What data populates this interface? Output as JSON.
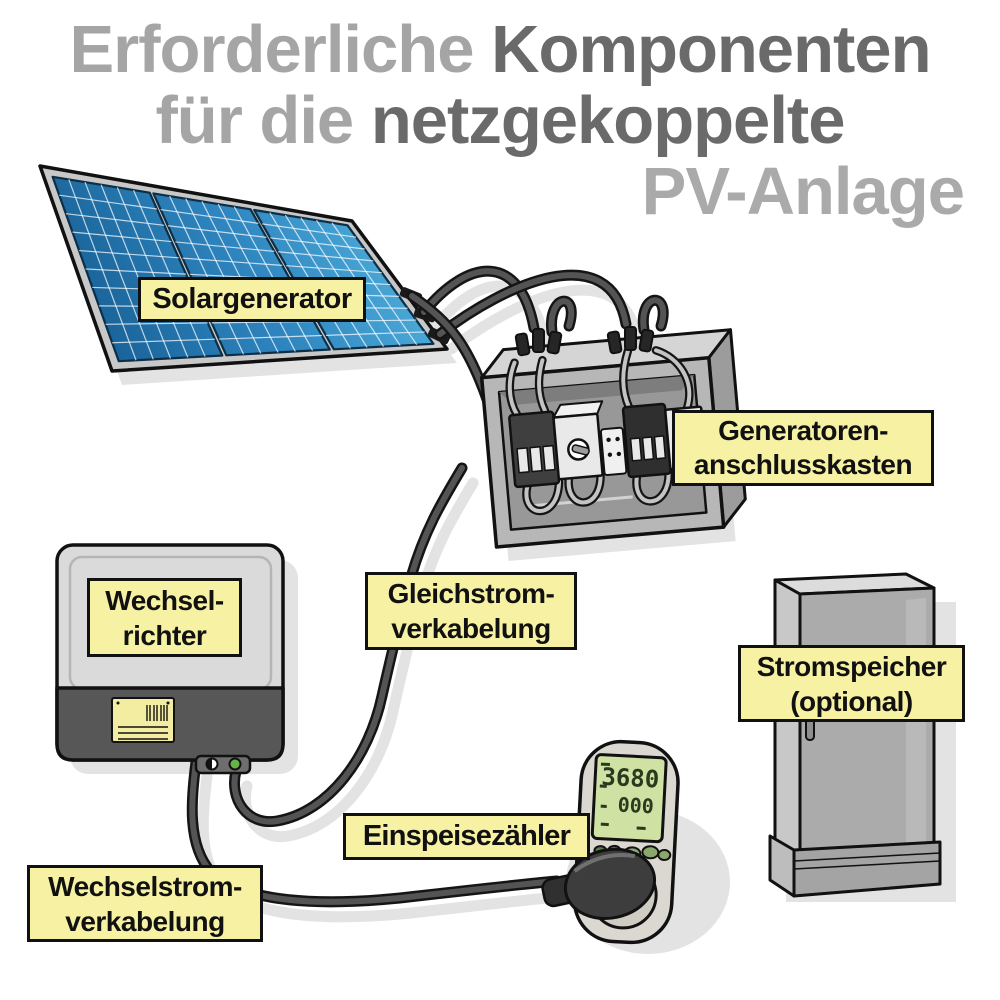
{
  "title": {
    "line1_light": "Erforderliche",
    "line1_dark": "Komponenten",
    "line2_light": "für die",
    "line2_dark": "netzgekoppelte",
    "line3": "PV-Anlage"
  },
  "labels": {
    "solar": "Solargenerator",
    "junction": [
      "Generatoren-",
      "anschlusskasten"
    ],
    "inverter": [
      "Wechsel-",
      "richter"
    ],
    "dc": [
      "Gleichstrom-",
      "verkabelung"
    ],
    "storage": [
      "Stromspeicher",
      "(optional)"
    ],
    "meter": "Einspeisezähler",
    "ac": [
      "Wechselstrom-",
      "verkabelung"
    ]
  },
  "meter": {
    "display_row1": "3680",
    "display_row2": "000"
  },
  "colors": {
    "title_light": "#a5a5a5",
    "title_dark": "#6a6a6a",
    "title_pv": "#aaaaaa",
    "label_bg": "#f6f1a3",
    "label_border": "#111111",
    "cable_gray": "#545454",
    "shadow_gray": "#e3e3e3",
    "panel_blue_dark": "#11568a",
    "panel_blue_mid": "#2f86c0",
    "panel_blue_light": "#5ec2e8",
    "lcd_green": "#cfe2a4",
    "led_green": "#67b346"
  }
}
